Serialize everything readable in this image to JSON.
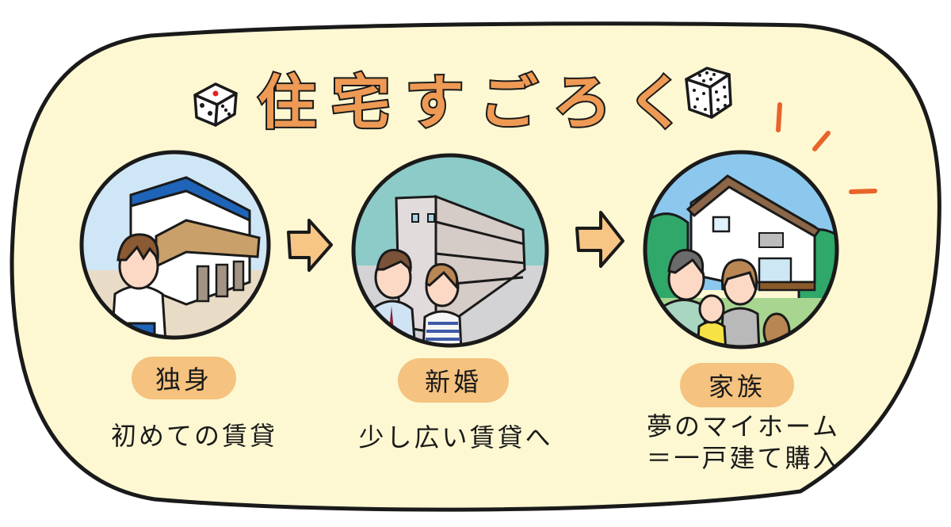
{
  "title": {
    "text": "住宅すごろく",
    "chars": [
      "住",
      "宅",
      "す",
      "ご",
      "ろ",
      "く"
    ]
  },
  "stages": [
    {
      "label": "独身",
      "caption_lines": [
        "初めての賃貸"
      ],
      "scene": "single-man-in-front-of-small-apartment"
    },
    {
      "label": "新婚",
      "caption_lines": [
        "少し広い賃貸へ"
      ],
      "scene": "newlywed-couple-in-front-of-apartment-building"
    },
    {
      "label": "家族",
      "caption_lines": [
        "夢のマイホーム",
        "＝一戸建て購入"
      ],
      "scene": "family-with-child-and-dog-in-front-of-house"
    }
  ],
  "icons": {
    "left_die": "die-icon",
    "right_die": "die-icon",
    "arrow": "arrow-right-icon",
    "sparkle": "sparkle-lines-icon"
  },
  "colors": {
    "background": "#fdf8d2",
    "title_fill": "#ee9a55",
    "pill": "#f5c27f",
    "arrow": "#f7c584",
    "sparkle": "#e8642a",
    "outline": "#1a1a1a"
  }
}
